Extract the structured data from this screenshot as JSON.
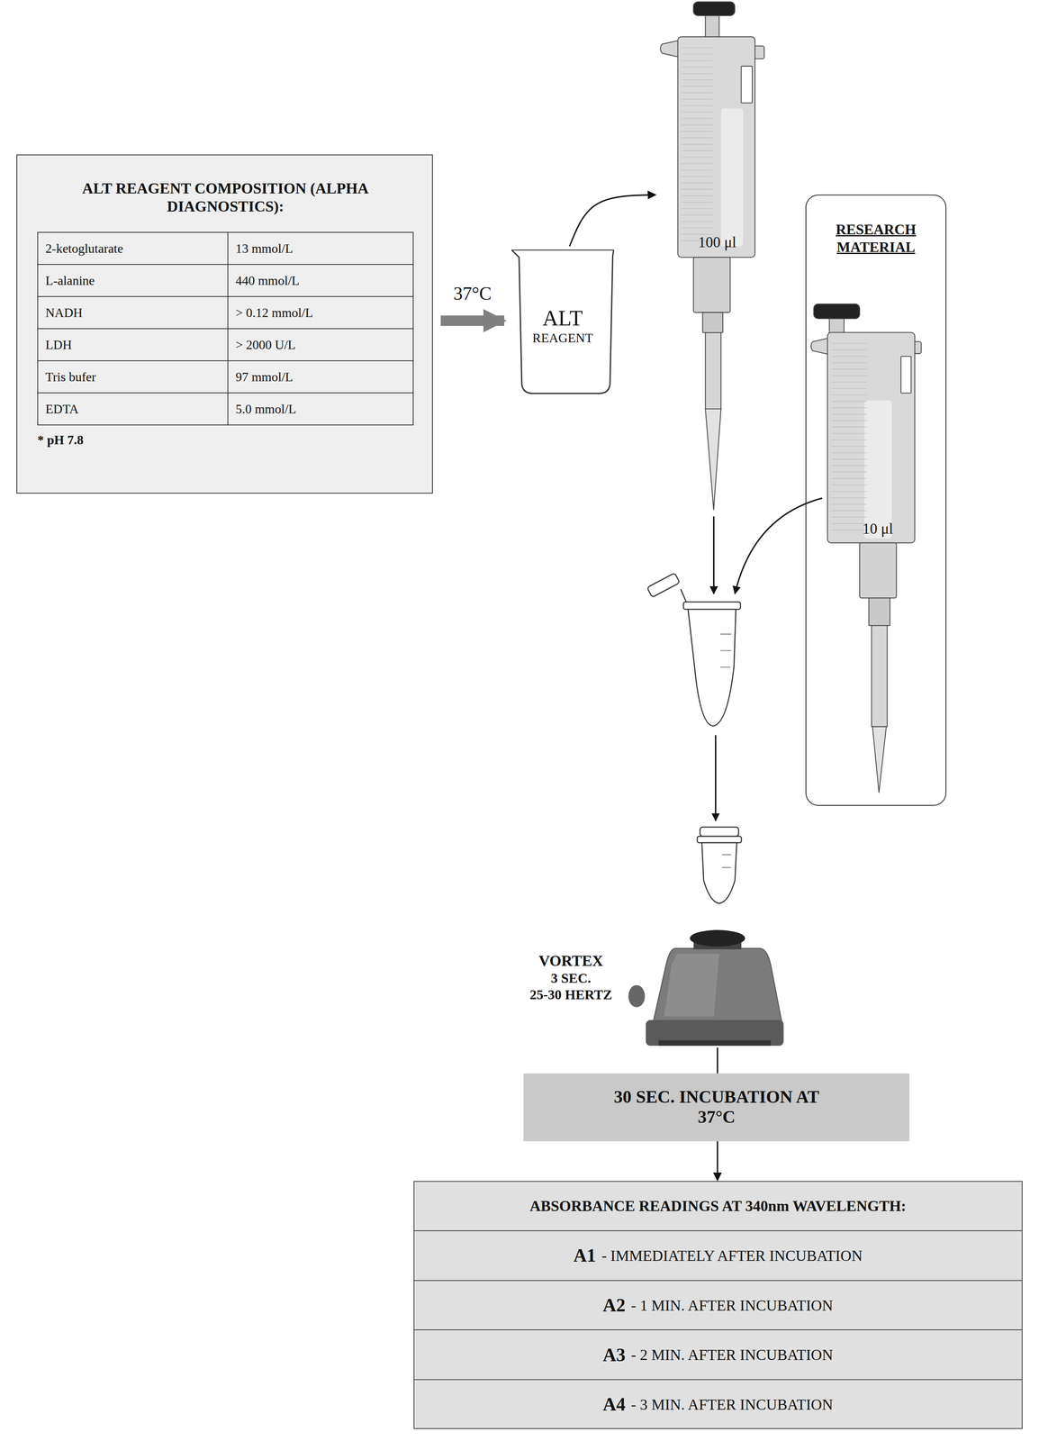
{
  "diagram": {
    "nodes": [
      {
        "text": [
          "ALT REAGENT COMPOSITION (ALPHA DIAGNOSTICS):",
          "* pH 7.8"
        ]
      },
      {
        "text": [
          "ALT",
          "REAGENT"
        ]
      },
      {
        "text": [
          "100 μl"
        ]
      },
      {
        "text": [
          "RESEARCH MATERIAL"
        ]
      },
      {
        "text": [
          "10 μl"
        ],
        "in": 3
      },
      {
        "text": [
          "VORTEX",
          "3 SEC.",
          "25-30 HERTZ"
        ]
      },
      {
        "text": [
          "30 SEC. INCUBATION AT 37°C"
        ]
      },
      {
        "text": [
          "ABSORBANCE READINGS AT 340nm WAVELENGTH:"
        ]
      },
      {
        "text": [
          "A1",
          "- IMMEDIATELY AFTER INCUBATION"
        ],
        "in": 7
      },
      {
        "text": [
          "A2",
          "- 1 MIN. AFTER INCUBATION"
        ],
        "in": 7
      },
      {
        "text": [
          "A3",
          "- 2 MIN. AFTER INCUBATION"
        ],
        "in": 7
      },
      {
        "text": [
          "A4",
          "- 3 MIN. AFTER INCUBATION"
        ],
        "in": 7
      }
    ],
    "edges": [
      {
        "from": 0,
        "to": 1,
        "arrow": "to",
        "label": "37°C"
      },
      {
        "from": 1,
        "to": 2,
        "arrow": "to"
      },
      {
        "from": 5,
        "to": 6,
        "arrow": "none"
      },
      {
        "from": 6,
        "to": 7,
        "arrow": "to"
      }
    ],
    "labels": [
      "2-ketoglutarate",
      "13 mmol/L",
      "L-alanine",
      "440 mmol/L",
      "NADH",
      "> 0.12 mmol/L",
      "LDH",
      "> 2000 U/L",
      "Tris bufer",
      "97 mmol/L",
      "EDTA",
      "5.0 mmol/L"
    ]
  }
}
